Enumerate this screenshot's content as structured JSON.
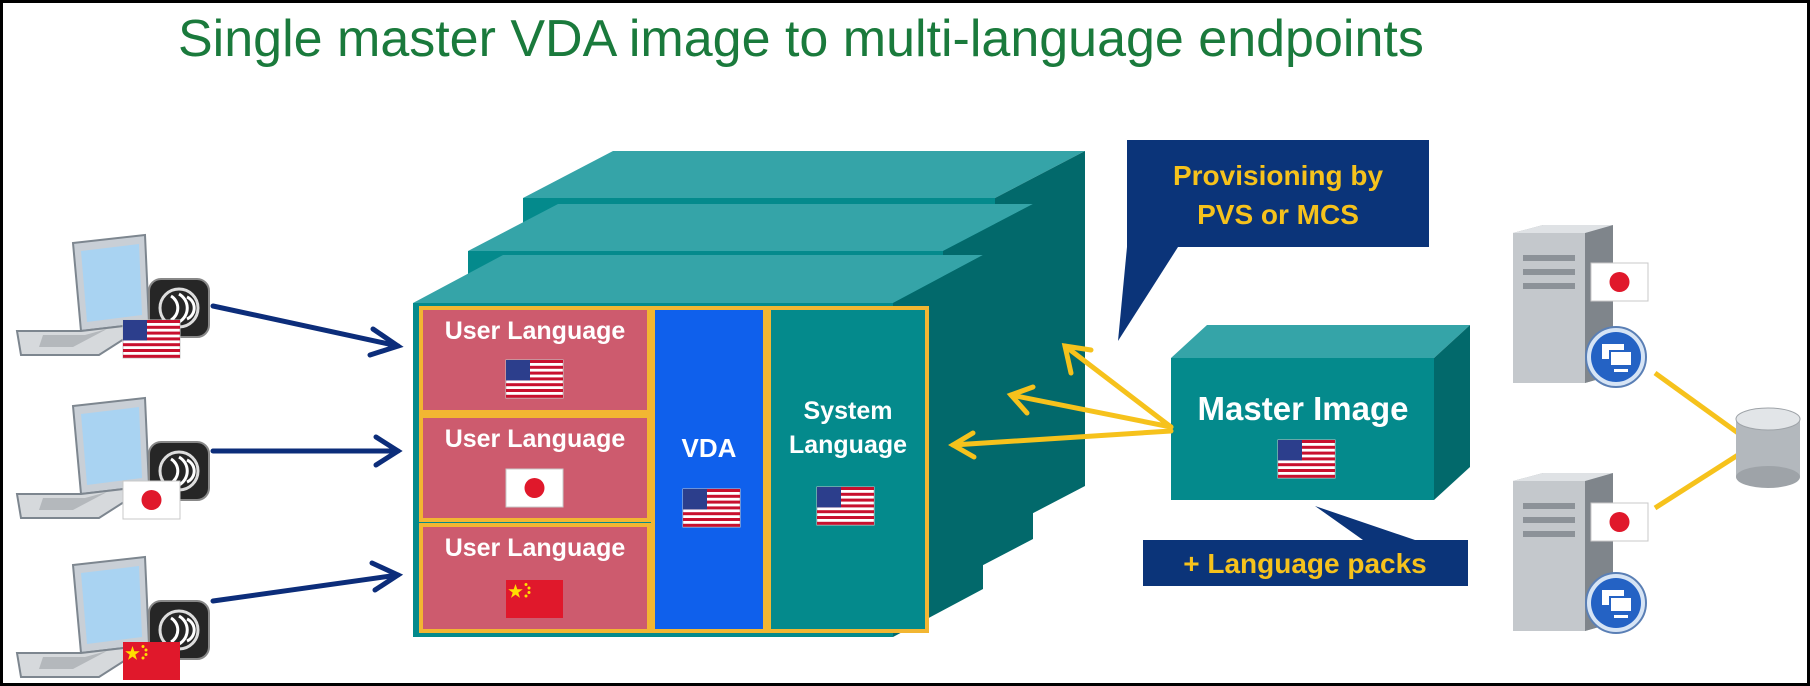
{
  "title": "Single master VDA image to multi-language endpoints",
  "cells": {
    "user_language_1": "User Language",
    "user_language_2": "User Language",
    "user_language_3": "User Language",
    "vda": "VDA",
    "system_language_line1": "System",
    "system_language_line2": "Language"
  },
  "callouts": {
    "provisioning_line1": "Provisioning by",
    "provisioning_line2": "PVS or MCS",
    "language_packs": "+ Language packs"
  },
  "master_image": {
    "label": "Master Image"
  },
  "flags": {
    "client_1": "us-flag-icon",
    "client_2": "jp-flag-icon",
    "client_3": "cn-flag-icon",
    "user_language_1": "us-flag-icon",
    "user_language_2": "jp-flag-icon",
    "user_language_3": "cn-flag-icon",
    "vda": "us-flag-icon",
    "system_language": "us-flag-icon",
    "master_image": "us-flag-icon",
    "server_1": "jp-flag-icon",
    "server_2": "jp-flag-icon"
  },
  "colors": {
    "title": "#1a7a3c",
    "cube_face": "#048a8c",
    "cube_top": "#35a4a8",
    "cube_side": "#02696b",
    "user_language_cell": "#cd5b6e",
    "vda_cell": "#0f60ec",
    "cell_border": "#f2b632",
    "callout_bg": "#0b3479",
    "callout_text": "#f6c21c",
    "arrow_navy": "#0c2d7a",
    "arrow_yellow": "#f6c21c"
  }
}
